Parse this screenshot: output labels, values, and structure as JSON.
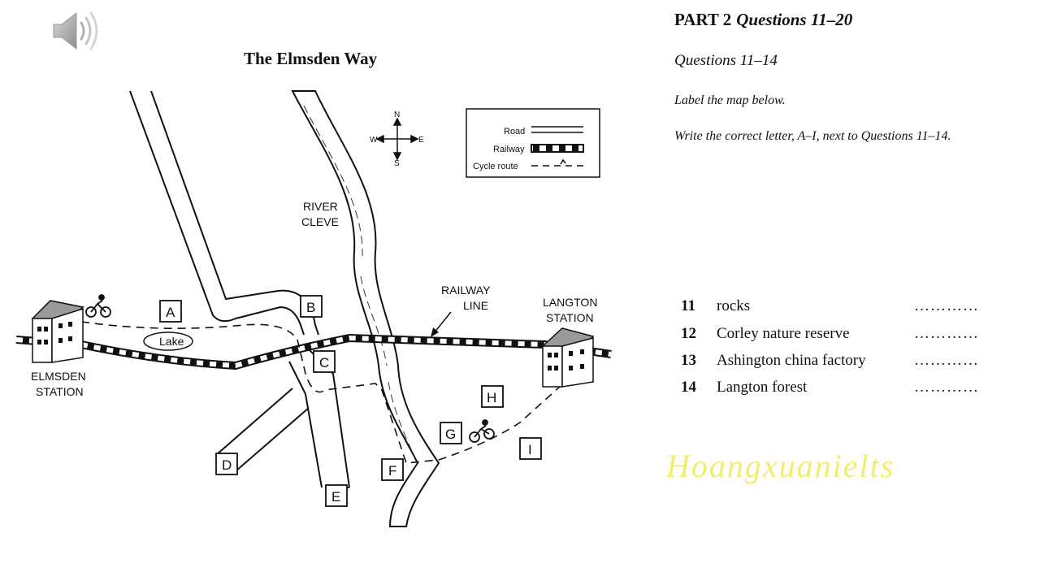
{
  "map": {
    "title": "The Elmsden Way",
    "labels": {
      "river": [
        "RIVER",
        "CLEVE"
      ],
      "railway_line": [
        "RAILWAY",
        "LINE"
      ],
      "langton_station": [
        "LANGTON",
        "STATION"
      ],
      "elmsden_station": [
        "ELMSDEN",
        "STATION"
      ],
      "lake": "Lake"
    },
    "legend": {
      "road": "Road",
      "railway": "Railway",
      "cycle_route": "Cycle route"
    },
    "compass": {
      "n": "N",
      "s": "S",
      "e": "E",
      "w": "W"
    },
    "boxes": [
      "A",
      "B",
      "C",
      "D",
      "E",
      "F",
      "G",
      "H",
      "I"
    ]
  },
  "part": {
    "label": "PART 2",
    "questions": "Questions 11–20"
  },
  "questions_range": "Questions 11–14",
  "instructions": {
    "line1": "Label the map below.",
    "line2": "Write the correct letter, A–I, next to Questions 11–14."
  },
  "questions": [
    {
      "number": "11",
      "text": "rocks",
      "answer": "…………"
    },
    {
      "number": "12",
      "text": "Corley nature reserve",
      "answer": "…………"
    },
    {
      "number": "13",
      "text": "Ashington china factory",
      "answer": "…………"
    },
    {
      "number": "14",
      "text": "Langton forest",
      "answer": "…………"
    }
  ],
  "watermark": "Hoangxuanielts",
  "colors": {
    "watermark": "#f2ee6a",
    "speaker": "#9a9a9a"
  }
}
